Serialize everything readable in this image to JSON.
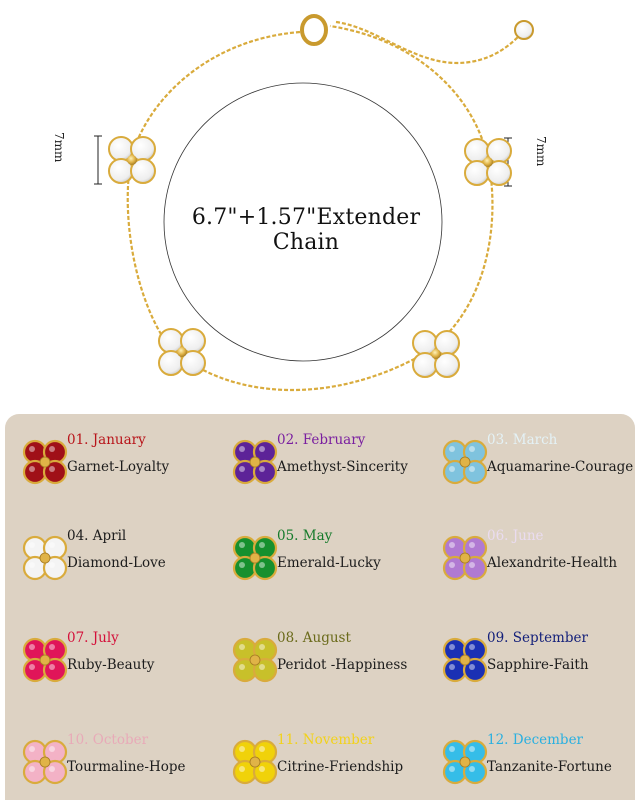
{
  "product": {
    "chain_length_label": "6.7\"+1.57\"Extender Chain",
    "charm_size_left": "7mm",
    "charm_size_right": "7mm",
    "metal_color": "#d9ab3c"
  },
  "birthstones": [
    {
      "month": "01. January",
      "meaning": "Garnet-Loyalty",
      "label_color": "#b8141a",
      "stone_color": "#a01018"
    },
    {
      "month": "02. February",
      "meaning": "Amethyst-Sincerity",
      "label_color": "#7a1fa0",
      "stone_color": "#5d2398"
    },
    {
      "month": "03. March",
      "meaning": "Aquamarine-Courage",
      "label_color": "#e4f2f6",
      "stone_color": "#7fc3de"
    },
    {
      "month": "04. April",
      "meaning": "Diamond-Love",
      "label_color": "#1c1c1c",
      "stone_color": "#f4f4f4"
    },
    {
      "month": "05. May",
      "meaning": "Emerald-Lucky",
      "label_color": "#147a2a",
      "stone_color": "#16902e"
    },
    {
      "month": "06. June",
      "meaning": "Alexandrite-Health",
      "label_color": "#eadcf0",
      "stone_color": "#b07ad2"
    },
    {
      "month": "07. July",
      "meaning": "Ruby-Beauty",
      "label_color": "#d4103a",
      "stone_color": "#e01559"
    },
    {
      "month": "08. August",
      "meaning": "Peridot -Happiness",
      "label_color": "#6a6a1a",
      "stone_color": "#c8c02a"
    },
    {
      "month": "09. September",
      "meaning": "Sapphire-Faith",
      "label_color": "#14207a",
      "stone_color": "#1a30b4"
    },
    {
      "month": "10. October",
      "meaning": "Tourmaline-Hope",
      "label_color": "#e8aab8",
      "stone_color": "#f3b2c6"
    },
    {
      "month": "11. November",
      "meaning": "Citrine-Friendship",
      "label_color": "#f2d21a",
      "stone_color": "#f0d20a"
    },
    {
      "month": "12. December",
      "meaning": "Tanzanite-Fortune",
      "label_color": "#2ab0e0",
      "stone_color": "#35bde8"
    }
  ]
}
